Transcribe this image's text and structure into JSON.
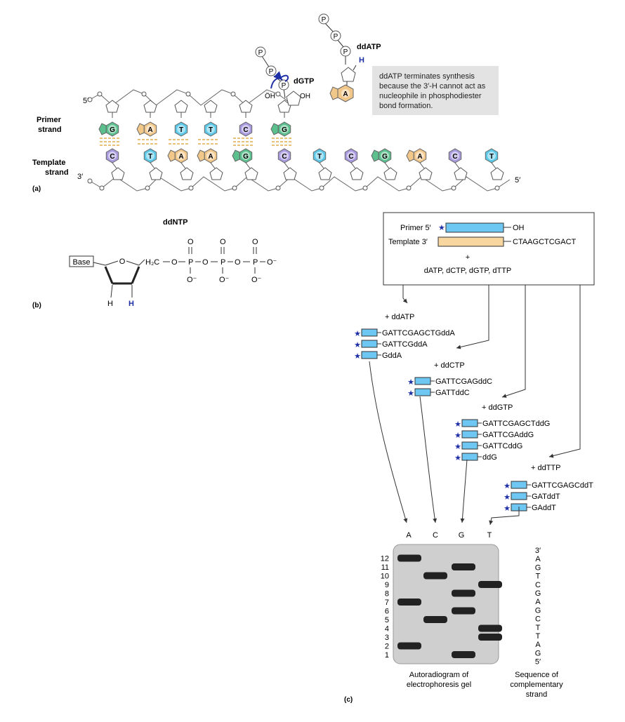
{
  "colors": {
    "G": "#5bbf8e",
    "A": "#f2c78a",
    "T": "#5cc8e8",
    "C": "#a99ae0",
    "primer": "#6ec6f2",
    "template": "#f7d6a0",
    "star": "#1f2fa6",
    "h_blue": "#1f2fa6",
    "gel": "#cfcfcf",
    "note_bg": "#e3e3e3"
  },
  "icons": {
    "star": "star-icon",
    "phosphate": "phosphate-circle-icon",
    "arrow": "arrow-icon"
  },
  "panel_a": {
    "label": "(a)",
    "five_prime_top": "5′",
    "three_prime_bottom": "3′",
    "five_prime_bottom": "5′",
    "primer_label_1": "Primer",
    "primer_label_2": "strand",
    "template_label_1": "Template",
    "template_label_2": "strand",
    "primer_bases": [
      "G",
      "A",
      "T",
      "T",
      "C",
      "G"
    ],
    "template_bases": [
      "C",
      "T",
      "A",
      "A",
      "G",
      "C",
      "T",
      "C",
      "G",
      "A",
      "C",
      "T"
    ],
    "phosphate": "P",
    "oh": "OH",
    "oh_attacking": "ÖH",
    "dgtp": "dGTP",
    "ddatp": "ddATP",
    "ddatp_h": "H",
    "ddatp_base": "A",
    "note": "ddATP terminates synthesis because the 3′-H cannot act as nucleophile in phosphodiester bond formation."
  },
  "panel_b": {
    "label": "(b)",
    "title": "ddNTP",
    "base": "Base",
    "ring_o": "O",
    "h2c": "H₂C",
    "o": "O",
    "p": "P",
    "o_minus": "O⁻",
    "h_left": "H",
    "h_right": "H"
  },
  "panel_c": {
    "label": "(c)",
    "primer_label": "Primer 5′",
    "primer_end": "OH",
    "template_label": "Template 3′",
    "template_seq": "CTAAGCTCGACT",
    "plus": "+",
    "dntps": "dATP, dCTP, dGTP, dTTP",
    "reactions": [
      {
        "title": "+ ddATP",
        "products": [
          "GATTCGAGCTGddA",
          "GATTCGddA",
          "GddA"
        ]
      },
      {
        "title": "+ ddCTP",
        "products": [
          "GATTCGAGddC",
          "GATTddC"
        ]
      },
      {
        "title": "+ ddGTP",
        "products": [
          "GATTCGAGCTddG",
          "GATTCGAddG",
          "GATTCddG",
          "ddG"
        ]
      },
      {
        "title": "+ ddTTP",
        "products": [
          "GATTCGAGCddT",
          "GATddT",
          "GAddT"
        ]
      }
    ],
    "lanes": [
      "A",
      "C",
      "G",
      "T"
    ],
    "band_numbers": [
      "12",
      "11",
      "10",
      "9",
      "8",
      "7",
      "6",
      "5",
      "4",
      "3",
      "2",
      "1"
    ],
    "sequence": [
      "3′",
      "A",
      "G",
      "T",
      "C",
      "G",
      "A",
      "G",
      "C",
      "T",
      "T",
      "A",
      "G",
      "5′"
    ],
    "gel_caption_1": "Autoradiogram of",
    "gel_caption_2": "electrophoresis gel",
    "seq_caption_1": "Sequence of",
    "seq_caption_2": "complementary",
    "seq_caption_3": "strand"
  }
}
